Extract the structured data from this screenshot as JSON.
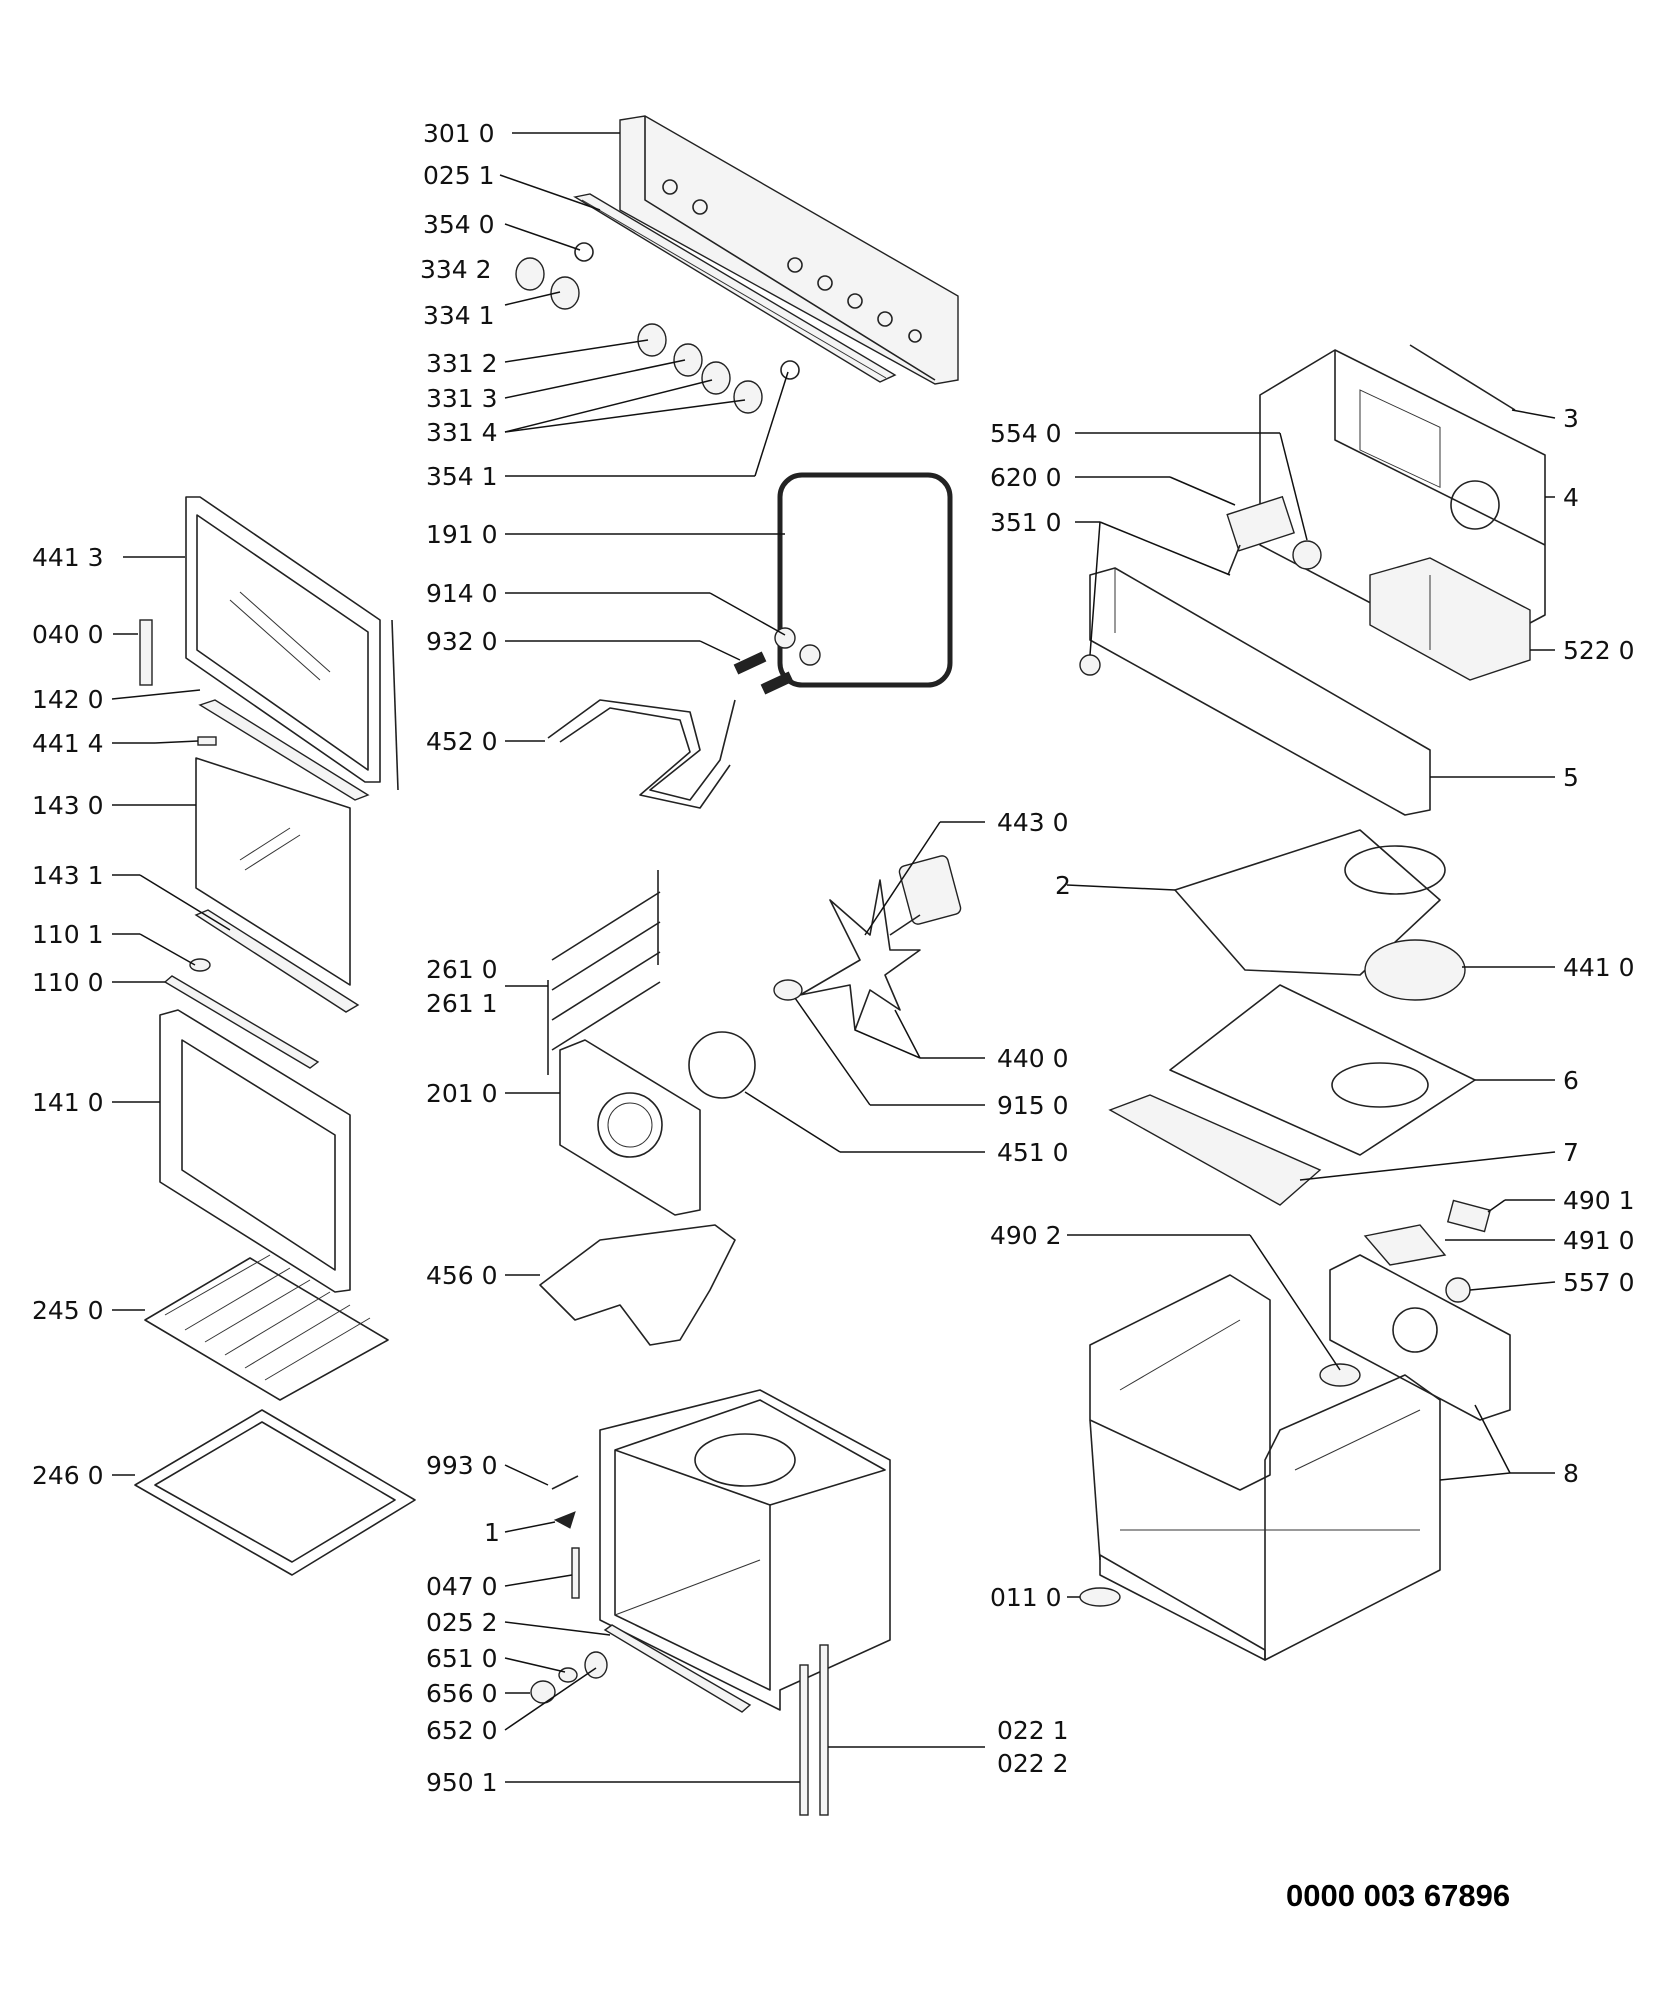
{
  "document_number": "0000 003 67896",
  "callouts": [
    {
      "id": "c3010",
      "label": "301 0"
    },
    {
      "id": "c0251",
      "label": "025 1"
    },
    {
      "id": "c3540",
      "label": "354 0"
    },
    {
      "id": "c3342",
      "label": "334 2"
    },
    {
      "id": "c3341",
      "label": "334 1"
    },
    {
      "id": "c3312",
      "label": "331 2"
    },
    {
      "id": "c3313",
      "label": "331 3"
    },
    {
      "id": "c3314",
      "label": "331 4"
    },
    {
      "id": "c3541",
      "label": "354 1"
    },
    {
      "id": "c1910",
      "label": "191 0"
    },
    {
      "id": "c9140",
      "label": "914 0"
    },
    {
      "id": "c9320",
      "label": "932 0"
    },
    {
      "id": "c4520",
      "label": "452 0"
    },
    {
      "id": "c4413",
      "label": "441 3"
    },
    {
      "id": "c0400",
      "label": "040 0"
    },
    {
      "id": "c1420",
      "label": "142 0"
    },
    {
      "id": "c4414",
      "label": "441 4"
    },
    {
      "id": "c1430",
      "label": "143 0"
    },
    {
      "id": "c1431",
      "label": "143 1"
    },
    {
      "id": "c1101",
      "label": "110 1"
    },
    {
      "id": "c1100",
      "label": "110 0"
    },
    {
      "id": "c1410",
      "label": "141 0"
    },
    {
      "id": "c2450",
      "label": "245 0"
    },
    {
      "id": "c2460",
      "label": "246 0"
    },
    {
      "id": "c2610",
      "label": "261 0"
    },
    {
      "id": "c2611",
      "label": "261 1"
    },
    {
      "id": "c2010",
      "label": "201 0"
    },
    {
      "id": "c4560",
      "label": "456 0"
    },
    {
      "id": "c9930",
      "label": "993 0"
    },
    {
      "id": "c1",
      "label": "1"
    },
    {
      "id": "c0470",
      "label": "047 0"
    },
    {
      "id": "c0252",
      "label": "025 2"
    },
    {
      "id": "c6510",
      "label": "651 0"
    },
    {
      "id": "c6560",
      "label": "656 0"
    },
    {
      "id": "c6520",
      "label": "652 0"
    },
    {
      "id": "c9501",
      "label": "950 1"
    },
    {
      "id": "c0221",
      "label": "022 1"
    },
    {
      "id": "c0222",
      "label": "022 2"
    },
    {
      "id": "c4430",
      "label": "443 0"
    },
    {
      "id": "c4400",
      "label": "440 0"
    },
    {
      "id": "c9150",
      "label": "915 0"
    },
    {
      "id": "c4510",
      "label": "451 0"
    },
    {
      "id": "c5540",
      "label": "554 0"
    },
    {
      "id": "c6200",
      "label": "620 0"
    },
    {
      "id": "c3510",
      "label": "351 0"
    },
    {
      "id": "c5220",
      "label": "522 0"
    },
    {
      "id": "c3",
      "label": "3"
    },
    {
      "id": "c4",
      "label": "4"
    },
    {
      "id": "c5",
      "label": "5"
    },
    {
      "id": "c2",
      "label": "2"
    },
    {
      "id": "c4410",
      "label": "441 0"
    },
    {
      "id": "c6",
      "label": "6"
    },
    {
      "id": "c7",
      "label": "7"
    },
    {
      "id": "c4901",
      "label": "490 1"
    },
    {
      "id": "c4902",
      "label": "490 2"
    },
    {
      "id": "c4910",
      "label": "491 0"
    },
    {
      "id": "c5570",
      "label": "557 0"
    },
    {
      "id": "c8",
      "label": "8"
    },
    {
      "id": "c0110",
      "label": "011 0"
    }
  ]
}
